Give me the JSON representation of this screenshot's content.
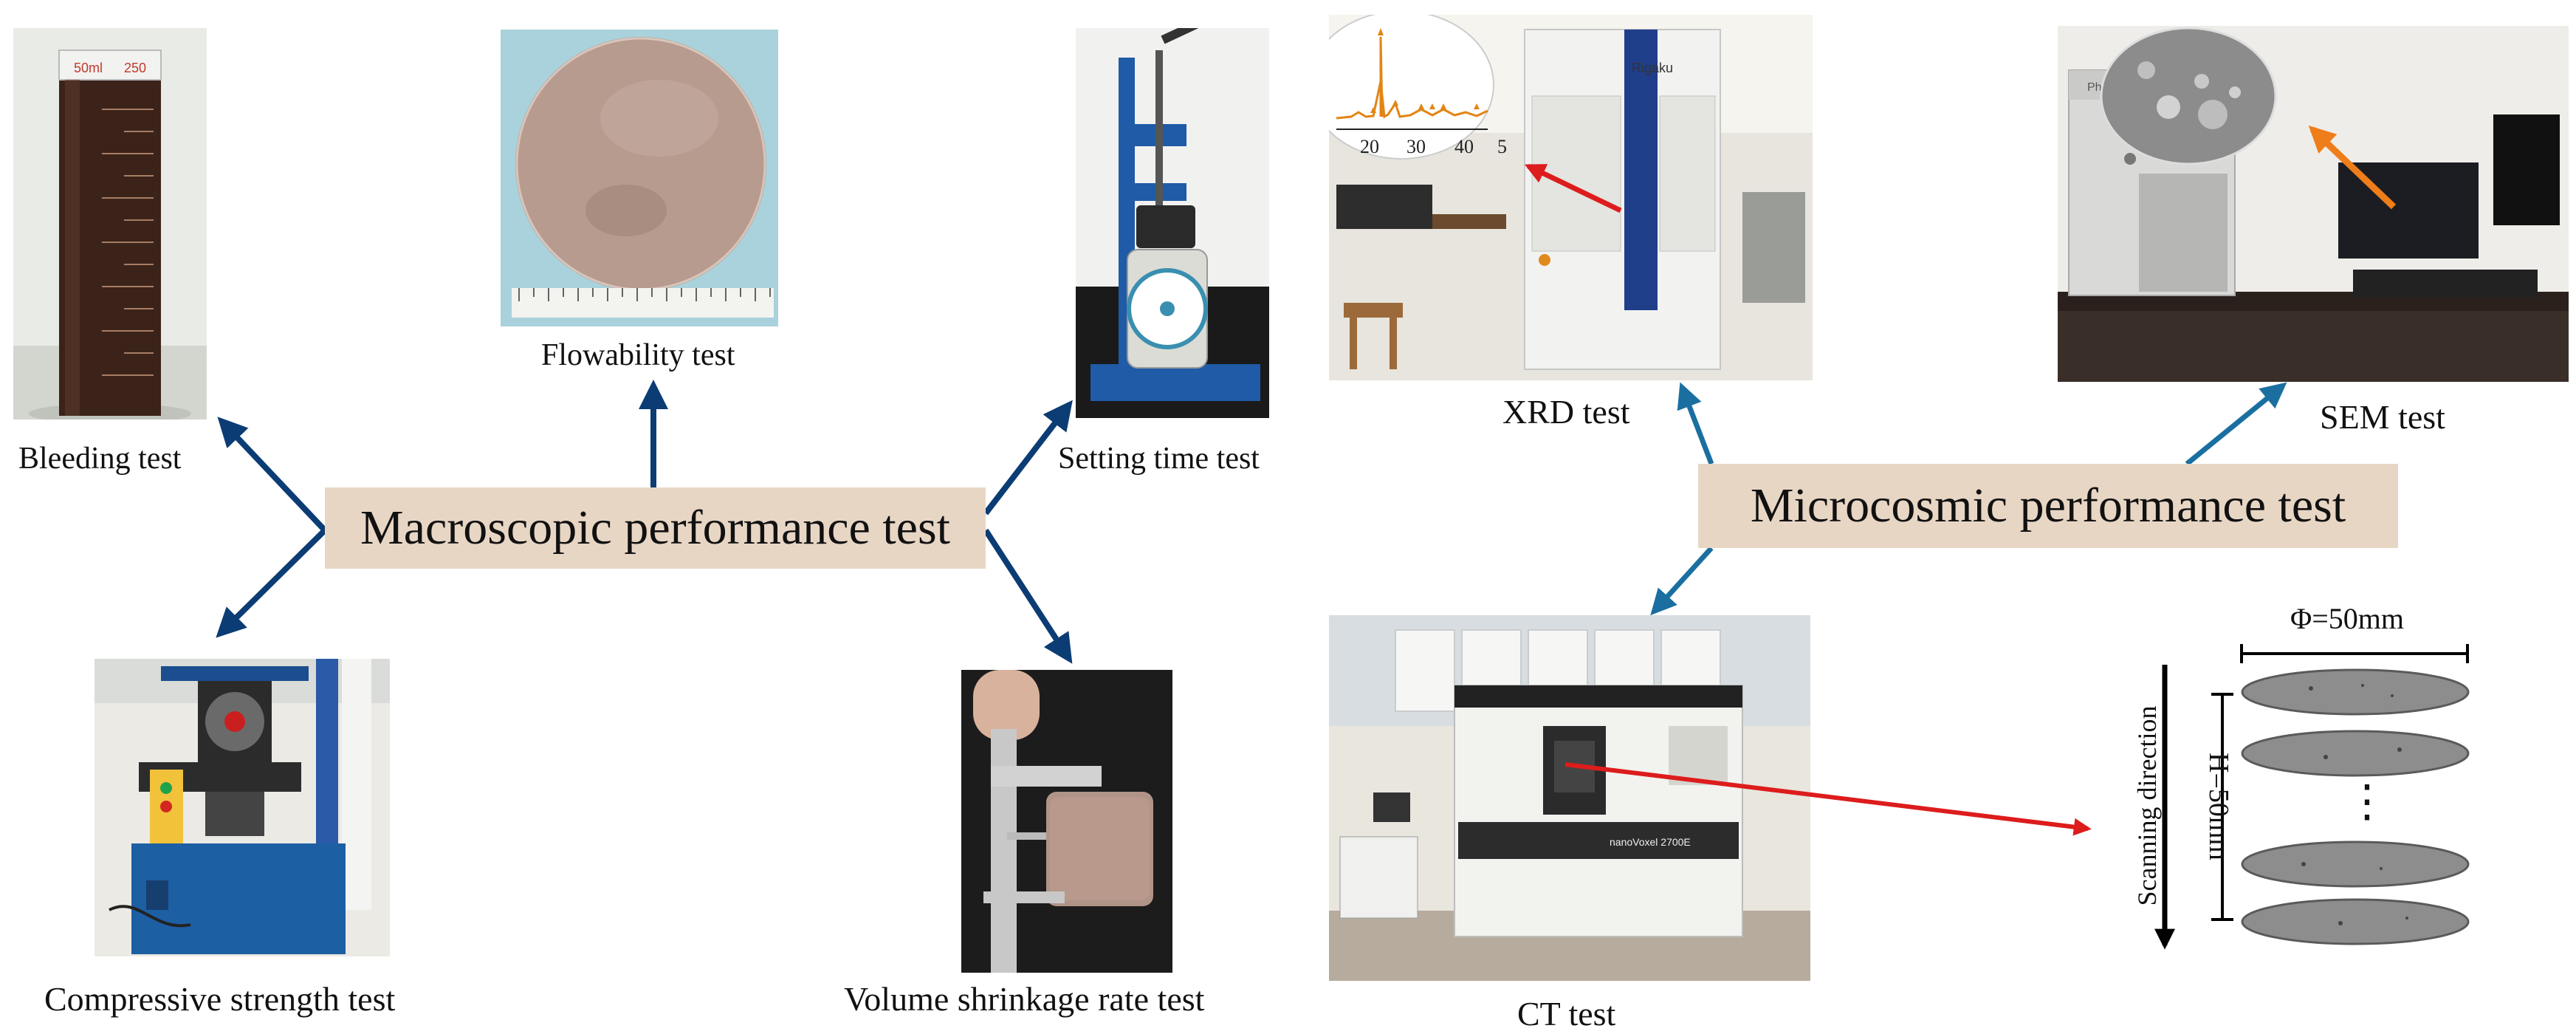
{
  "macro": {
    "hub": "Macroscopic performance test",
    "bleeding": "Bleeding test",
    "flowability": "Flowability test",
    "setting_time": "Setting time test",
    "compressive": "Compressive strength test",
    "shrinkage": "Volume shrinkage rate test"
  },
  "micro": {
    "hub": "Microcosmic performance test",
    "xrd": "XRD test",
    "sem": "SEM test",
    "ct": "CT test"
  },
  "photo_text": {
    "cylinder_top": "250",
    "cylinder_mark": "50ml",
    "xrd_brand": "Rigaku",
    "ct_brand": "nanoVoxel 2700E",
    "sem_brand": "Phenom"
  },
  "xrd_inset": {
    "ticks": [
      "20",
      "30",
      "40",
      "5"
    ]
  },
  "ct_scan": {
    "diameter_label": "Φ=50mm",
    "height_label": "H=50mm",
    "direction_label": "Scanning direction",
    "ellipsis": "⋮"
  },
  "colors": {
    "macro_arrow": "#0b3c74",
    "micro_arrow": "#1a6fa0",
    "red_arrow": "#dd1c1c",
    "orange_arrow": "#ee7d1a",
    "hub_fill": "#e8d6c5"
  }
}
